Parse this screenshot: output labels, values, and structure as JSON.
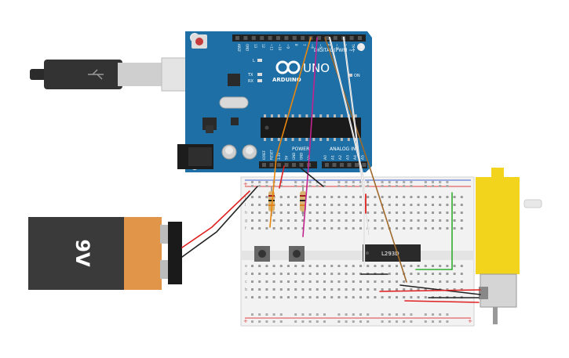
{
  "battery": {
    "label": "9V",
    "body_color": "#3a3a3a",
    "cap_color": "#e09548"
  },
  "arduino": {
    "board_color": "#1d6fa5",
    "brand": "ARDUINO",
    "model": "UNO",
    "on_label": "ON",
    "tx_label": "TX",
    "rx_label": "RX",
    "l_label": "L",
    "digital_label": "DIGITAL (PWM ~)",
    "power_label": "POWER",
    "analog_label": "ANALOG IN",
    "top_pins": [
      "AREF",
      "GND",
      "13",
      "12",
      "~11",
      "~10",
      "~9",
      "8",
      "7",
      "~6",
      "~5",
      "4",
      "~3",
      "2",
      "TX 1",
      "RX 0"
    ],
    "power_pins": [
      "IOREF",
      "RESET",
      "3.3V",
      "5V",
      "GND",
      "GND",
      "Vin"
    ],
    "analog_pins": [
      "A0",
      "A1",
      "A2",
      "A3",
      "A4",
      "A5"
    ]
  },
  "chip": {
    "label": "L293D"
  },
  "breadboard": {
    "row_letters_top": [
      "j",
      "i",
      "h",
      "g",
      "f"
    ],
    "row_letters_bottom": [
      "e",
      "d",
      "c",
      "b",
      "a"
    ]
  },
  "motor": {
    "body_color": "#f2d41c"
  },
  "wires": {
    "red": "#e02020",
    "black": "#222222",
    "orange": "#e8860e",
    "magenta": "#c2238f",
    "brown": "#a0692a",
    "white": "#f4f4f4",
    "green": "#2fae2f"
  }
}
